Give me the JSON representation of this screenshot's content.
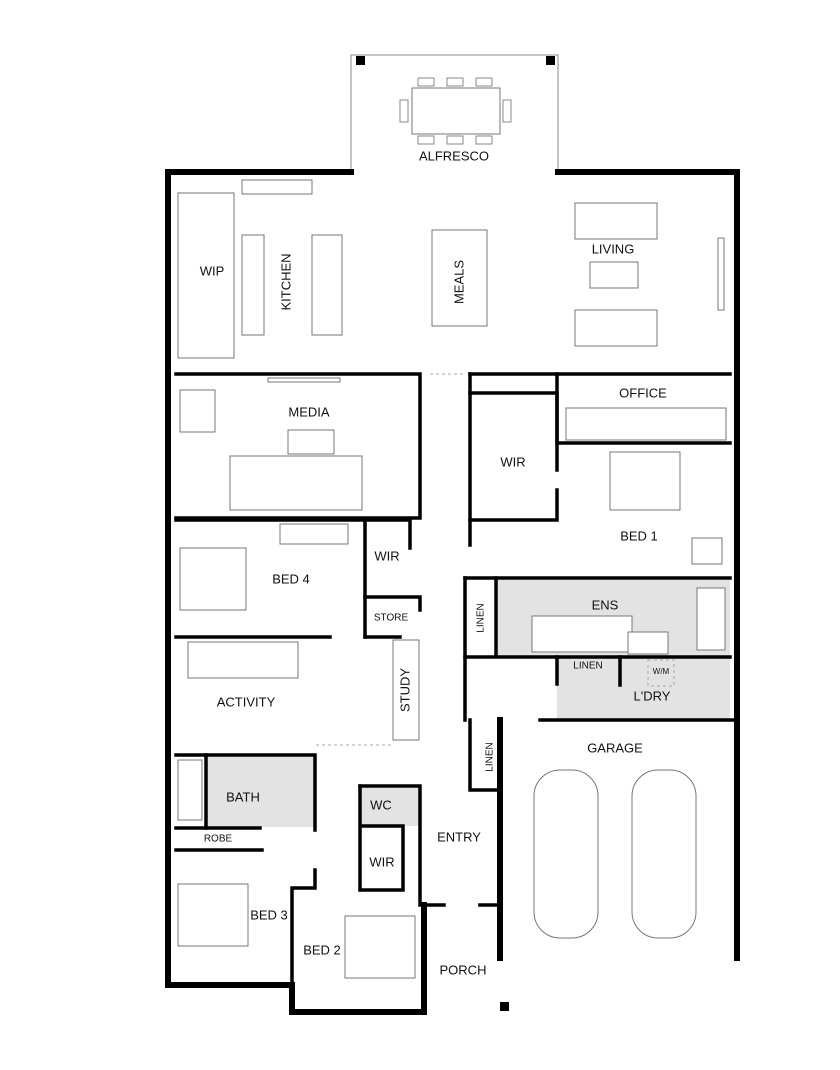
{
  "rooms": {
    "alfresco": "ALFRESCO",
    "wip": "WIP",
    "kitchen": "KITCHEN",
    "meals": "MEALS",
    "living": "LIVING",
    "media": "MEDIA",
    "office": "OFFICE",
    "wir_master": "WIR",
    "bed1": "BED 1",
    "bed4": "BED 4",
    "wir_bed4": "WIR",
    "store": "STORE",
    "linen_ens": "LINEN",
    "ens": "ENS",
    "activity": "ACTIVITY",
    "study": "STUDY",
    "linen_ldry": "LINEN",
    "wm": "W/M",
    "ldry": "L'DRY",
    "linen_garage": "LINEN",
    "garage": "GARAGE",
    "bath": "BATH",
    "wc": "WC",
    "entry": "ENTRY",
    "robe": "ROBE",
    "wir_bed2": "WIR",
    "bed3": "BED 3",
    "bed2": "BED 2",
    "porch": "PORCH"
  },
  "colors": {
    "wet_area": "#e3e3e3",
    "wall": "#000000"
  }
}
